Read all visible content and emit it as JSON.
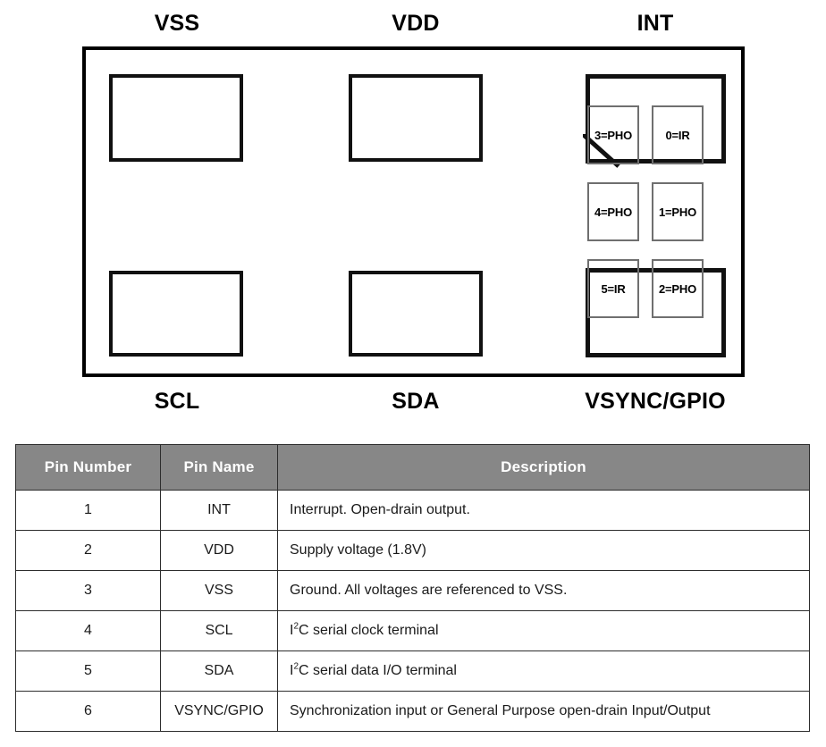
{
  "diagram": {
    "title_labels_top": [
      {
        "name": "VSS",
        "text": "VSS"
      },
      {
        "name": "VDD",
        "text": "VDD"
      },
      {
        "name": "INT",
        "text": "INT"
      }
    ],
    "title_labels_bottom": [
      {
        "name": "SCL",
        "text": "SCL"
      },
      {
        "name": "SDA",
        "text": "SDA"
      },
      {
        "name": "VSYNC/GPIO",
        "text": "VSYNC/GPIO"
      }
    ],
    "labels": {
      "vss": "VSS",
      "vdd": "VDD",
      "int": "INT",
      "scl": "SCL",
      "sda": "SDA",
      "vsync": "VSYNC/GPIO"
    },
    "cells": [
      {
        "id": "cell-3",
        "text": "3=PHO"
      },
      {
        "id": "cell-0",
        "text": "0=IR"
      },
      {
        "id": "cell-4",
        "text": "4=PHO"
      },
      {
        "id": "cell-1",
        "text": "1=PHO"
      },
      {
        "id": "cell-5",
        "text": "5=IR"
      },
      {
        "id": "cell-2",
        "text": "2=PHO"
      }
    ],
    "colors": {
      "outline": "#000000",
      "pad_border": "#111111",
      "cell_border": "#6f6f6f",
      "background": "#ffffff"
    }
  },
  "table": {
    "columns": [
      "Pin Number",
      "Pin Name",
      "Description"
    ],
    "header_background": "#878787",
    "header_text_color": "#ffffff",
    "rows": [
      {
        "number": "1",
        "name": "INT",
        "desc_pre": "Interrupt. Open-drain output.",
        "sup": "",
        "desc_post": ""
      },
      {
        "number": "2",
        "name": "VDD",
        "desc_pre": "Supply voltage (1.8V)",
        "sup": "",
        "desc_post": ""
      },
      {
        "number": "3",
        "name": "VSS",
        "desc_pre": "Ground. All voltages are referenced to VSS.",
        "sup": "",
        "desc_post": ""
      },
      {
        "number": "4",
        "name": "SCL",
        "desc_pre": "I",
        "sup": "2",
        "desc_post": "C serial clock terminal"
      },
      {
        "number": "5",
        "name": "SDA",
        "desc_pre": "I",
        "sup": "2",
        "desc_post": "C serial data I/O terminal"
      },
      {
        "number": "6",
        "name": "VSYNC/GPIO",
        "desc_pre": "Synchronization input or General Purpose open-drain Input/Output",
        "sup": "",
        "desc_post": ""
      }
    ]
  }
}
